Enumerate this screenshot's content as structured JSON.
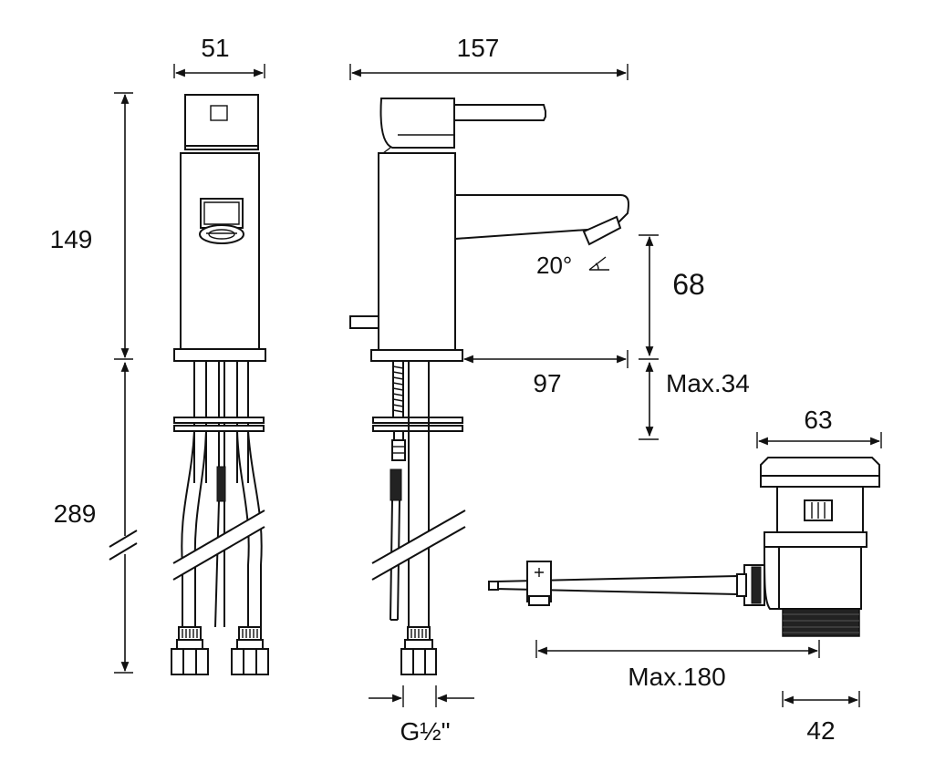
{
  "drawing": {
    "dimensions": {
      "front_width": "51",
      "side_length": "157",
      "body_height": "149",
      "hose_length": "289",
      "spout_clearance": "68",
      "spout_reach": "97",
      "max_deck": "Max.34",
      "spout_angle": "20°",
      "waste_diameter": "63",
      "rod_max_length": "Max.180",
      "waste_thread": "42",
      "connection_thread": "G½\""
    }
  }
}
